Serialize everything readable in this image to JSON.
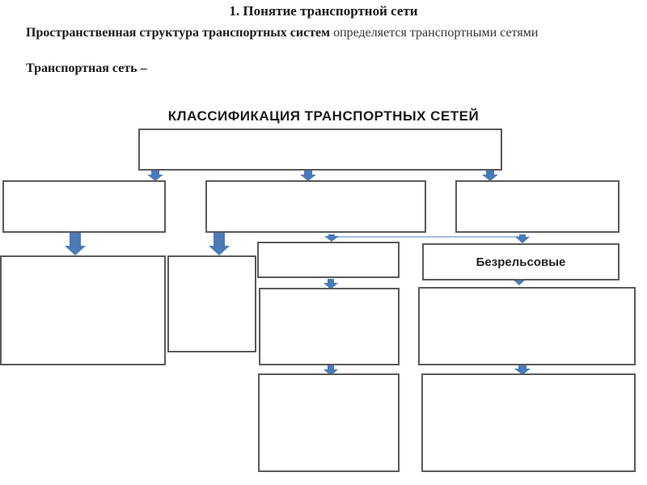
{
  "header": {
    "title": "1. Понятие транспортной сети",
    "paragraph_bold": "Пространственная структура транспортных систем",
    "paragraph_rest": "определяется транспортными сетями",
    "definition": "Транспортная сеть –"
  },
  "diagram": {
    "heading": "КЛАССИФИКАЦИЯ ТРАНСПОРТНЫХ СЕТЕЙ",
    "colors": {
      "border": "#5a5a5a",
      "arrow": "#4a7ab8",
      "connector": "#a9bde0"
    },
    "nodes": {
      "root": "",
      "left": "",
      "middle": "",
      "right": "",
      "left_child": "",
      "middle_child": "",
      "rail": "",
      "railless": "Безрельсовые",
      "rail_child_1": "",
      "rail_child_2": "",
      "railless_child_1": "",
      "railless_child_2": ""
    }
  }
}
